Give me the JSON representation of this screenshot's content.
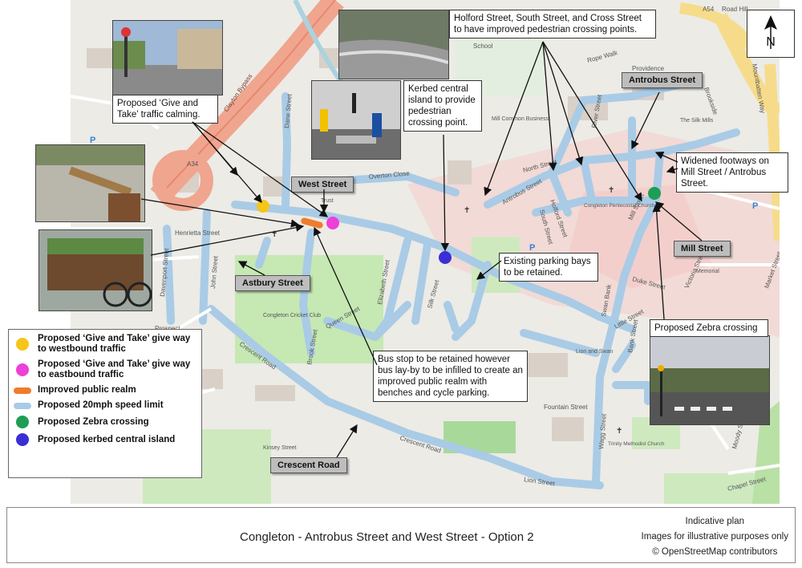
{
  "title": "Congleton - Antrobus Street and West Street - Option 2",
  "footer_notes": [
    "Indicative plan",
    "Images for illustrative purposes only",
    "© OpenStreetMap contributors"
  ],
  "north": "N",
  "legend": [
    {
      "label": "Proposed ‘Give and Take’ give way to westbound traffic",
      "color": "#f5c518",
      "shape": "circle"
    },
    {
      "label": "Proposed ‘Give and Take’ give way to eastbound traffic",
      "color": "#ee3fd8",
      "shape": "circle"
    },
    {
      "label": "Improved public realm",
      "color": "#ef7c2c",
      "shape": "bar"
    },
    {
      "label": "Proposed 20mph speed limit",
      "color": "#a9cbe6",
      "shape": "bar"
    },
    {
      "label": "Proposed Zebra crossing",
      "color": "#1e9e54",
      "shape": "circle"
    },
    {
      "label": "Proposed kerbed central island",
      "color": "#3a2fd6",
      "shape": "circle"
    }
  ],
  "callouts": {
    "give_take": "Proposed ‘Give and Take’ traffic calming.",
    "central_island": "Kerbed central island to provide pedestrian crossing point.",
    "crossing_points": "Holford Street, South Street, and Cross Street to have improved pedestrian crossing points.",
    "footways": "Widened footways on Mill Street / Antrobus Street.",
    "parking": "Existing parking bays to be retained.",
    "bus_stop": "Bus stop to be retained however bus lay-by to be infilled to create an improved public realm with benches and cycle parking.",
    "zebra": "Proposed Zebra crossing"
  },
  "street_labels": {
    "antrobus": "Antrobus Street",
    "west": "West Street",
    "astbury": "Astbury Street",
    "mill": "Mill Street",
    "crescent": "Crescent Road"
  },
  "map_labels": {
    "a34": "A34",
    "a34_top": "A54",
    "clayton_bypass": "Clayton Bypass",
    "dane_street": "Dane Street",
    "overton_close": "Overton Close",
    "henrietta": "Henrietta Street",
    "john_street": "John Street",
    "davenport": "Davenport Street",
    "congleton_cricket": "Congleton Cricket Club",
    "queen_street": "Queen Street",
    "brook_street": "Brook Street",
    "elizabeth": "Elizabeth Street",
    "silk_street": "Silk Street",
    "crescent_road_map": "Crescent Road",
    "lion_street": "Lion Street",
    "fountain": "Fountain Street",
    "wagg": "Wagg Street",
    "swan_bank": "Swan Bank",
    "little_street": "Little Street",
    "duke_street": "Duke Street",
    "victoria": "Victoria Street",
    "market_street": "Market Street",
    "north_street": "North Street",
    "holford": "Holford Street",
    "south_street": "South Street",
    "antrobus_map": "Antrobus Street",
    "mill_street_map": "Mill Street",
    "river_street": "River Street",
    "rope_walk": "Rope Walk",
    "providence": "Providence",
    "mill_common": "Mill Common Business",
    "school": "School",
    "congleton_pentecostal": "Congleton Pentecostal Church",
    "trinity": "Trinity Methodist Church",
    "mountbatten": "Mountbatten Way",
    "brookside": "Brookside",
    "road_hill": "Road Hill",
    "the_silk_mills": "The Silk Mills",
    "memorial": "Memorial",
    "chapel_street": "Chapel Street",
    "lion_swan": "Lion and Swan",
    "trust": "Trust",
    "moody_street": "Moody Street",
    "kinsey_street": "Kinsey Street",
    "bank_street": "Bank Street",
    "prospect": "Prospect"
  }
}
